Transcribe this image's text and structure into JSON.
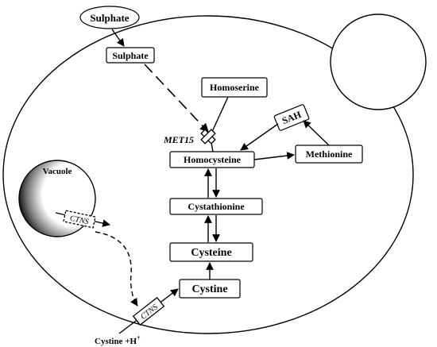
{
  "nodes": {
    "sulphate_outside": "Sulphate",
    "sulphate_inside": "Sulphate",
    "homoserine": "Homoserine",
    "met15": "MET15",
    "sah": "SAH",
    "homocysteine": "Homocysteine",
    "methionine": "Methionine",
    "cystathionine": "Cystathionine",
    "cysteine": "Cysteine",
    "cystine": "Cystine",
    "vacuole": "Vacuole",
    "ctns_vacuole": "CTNS",
    "ctns_membrane": "CTNS",
    "cystine_h_base": "Cystine +H",
    "cystine_h_sup": "+"
  }
}
